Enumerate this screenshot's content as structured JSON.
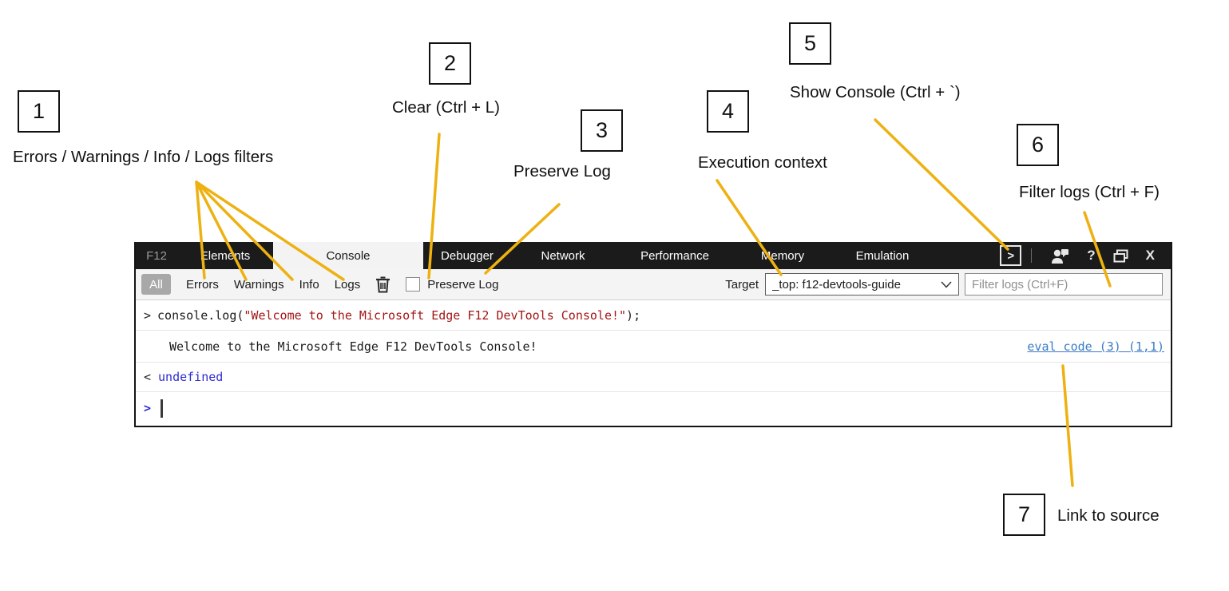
{
  "colors": {
    "annotation_line": "#EDB112",
    "navbar_bg": "#1B1B1B",
    "active_tab_bg": "#F3F3F3",
    "all_badge_bg": "#A8A8A8",
    "string_red": "#A31515",
    "result_blue": "#2D2DD1",
    "link_blue": "#3B7BC4"
  },
  "annotations": {
    "items": [
      {
        "num": "1",
        "label": "Errors / Warnings / Info / Logs filters"
      },
      {
        "num": "2",
        "label": "Clear (Ctrl + L)"
      },
      {
        "num": "3",
        "label": "Preserve Log"
      },
      {
        "num": "4",
        "label": "Execution context"
      },
      {
        "num": "5",
        "label": "Show Console (Ctrl + `)"
      },
      {
        "num": "6",
        "label": "Filter logs (Ctrl + F)"
      },
      {
        "num": "7",
        "label": "Link to source"
      }
    ]
  },
  "devtools": {
    "nav": {
      "items": [
        "F12",
        "Elements",
        "Console",
        "Debugger",
        "Network",
        "Performance",
        "Memory",
        "Emulation"
      ],
      "active_tab": "Console",
      "show_console_glyph": ">",
      "help_label": "?",
      "close_label": "X"
    },
    "toolbar": {
      "all_label": "All",
      "filters": [
        "Errors",
        "Warnings",
        "Info",
        "Logs"
      ],
      "preserve_log_label": "Preserve Log",
      "preserve_log_checked": false,
      "target_label": "Target",
      "target_value": "_top: f12-devtools-guide",
      "filter_placeholder": "Filter logs (Ctrl+F)"
    },
    "console": {
      "echo": {
        "prefix": ">",
        "code_before": "console.log(",
        "string": "\"Welcome to the Microsoft Edge F12 DevTools Console!\"",
        "code_after": ");"
      },
      "output": {
        "text": "Welcome to the Microsoft Edge F12 DevTools Console!",
        "source_link": "eval code (3) (1,1)"
      },
      "result": {
        "prefix": "<",
        "value": "undefined"
      },
      "prompt": {
        "prefix": ">"
      }
    }
  }
}
